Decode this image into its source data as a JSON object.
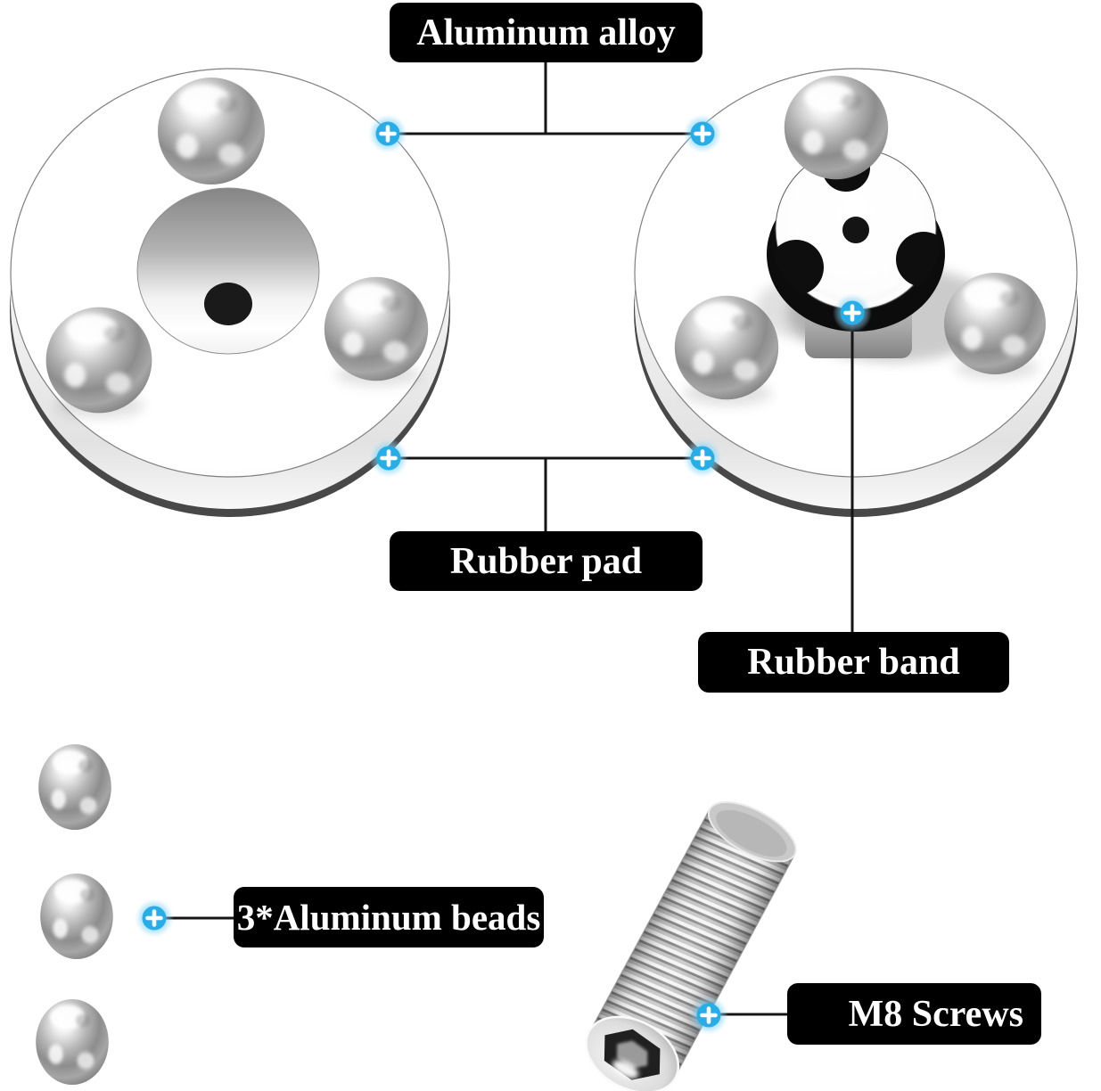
{
  "callouts": {
    "aluminum_alloy": "Aluminum alloy",
    "rubber_pad": "Rubber pad",
    "rubber_band": "Rubber band",
    "aluminum_beads": "3*Aluminum beads",
    "m8_screws": "M8 Screws"
  },
  "colors": {
    "label_background": "#000000",
    "label_text": "#ffffff",
    "leader_line": "#151515",
    "marker_blue": "#27aee8",
    "marker_halo": "#8cd8f7"
  },
  "icons": {
    "marker": "plus-crosshair-icon"
  }
}
